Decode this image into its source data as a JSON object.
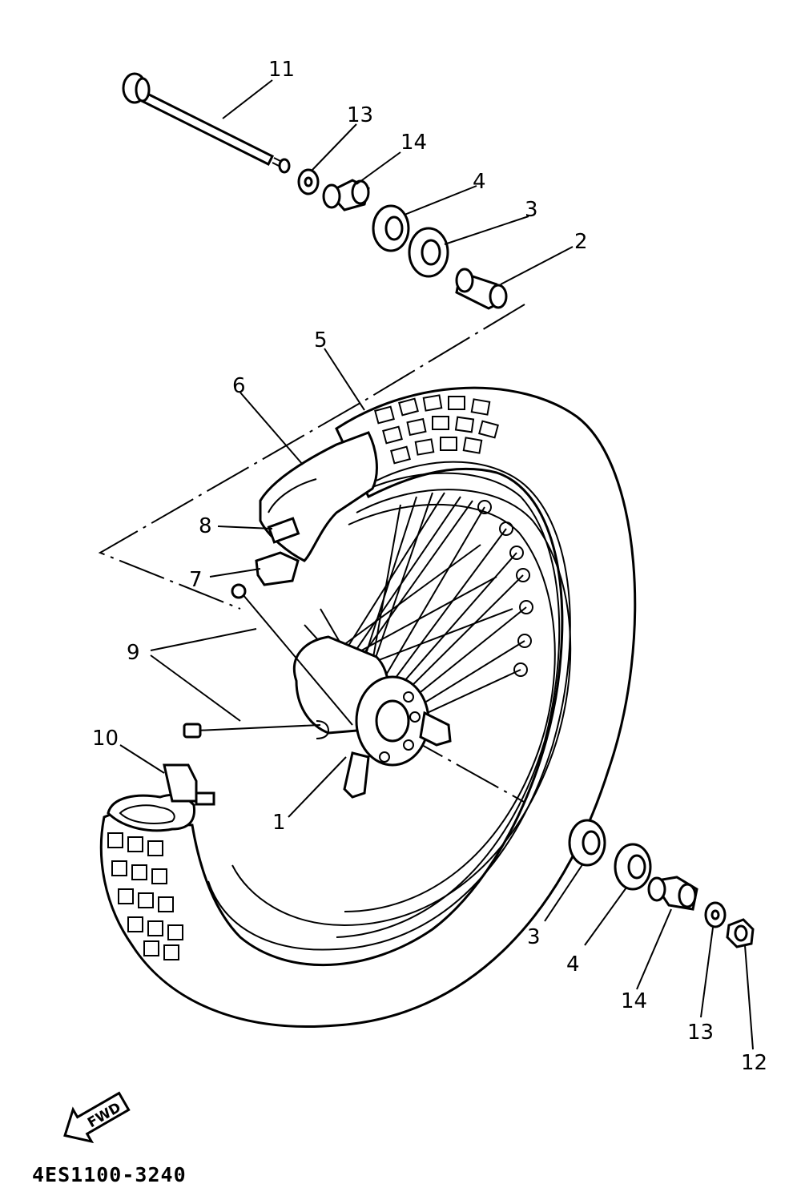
{
  "drawing_code": "4ES1100-3240",
  "fwd_label": "FWD",
  "callouts": {
    "c1": "1",
    "c2": "2",
    "c3a": "3",
    "c3b": "3",
    "c4a": "4",
    "c4b": "4",
    "c5": "5",
    "c6": "6",
    "c7": "7",
    "c8": "8",
    "c9": "9",
    "c10": "10",
    "c11": "11",
    "c12": "12",
    "c13a": "13",
    "c13b": "13",
    "c14a": "14",
    "c14b": "14"
  }
}
